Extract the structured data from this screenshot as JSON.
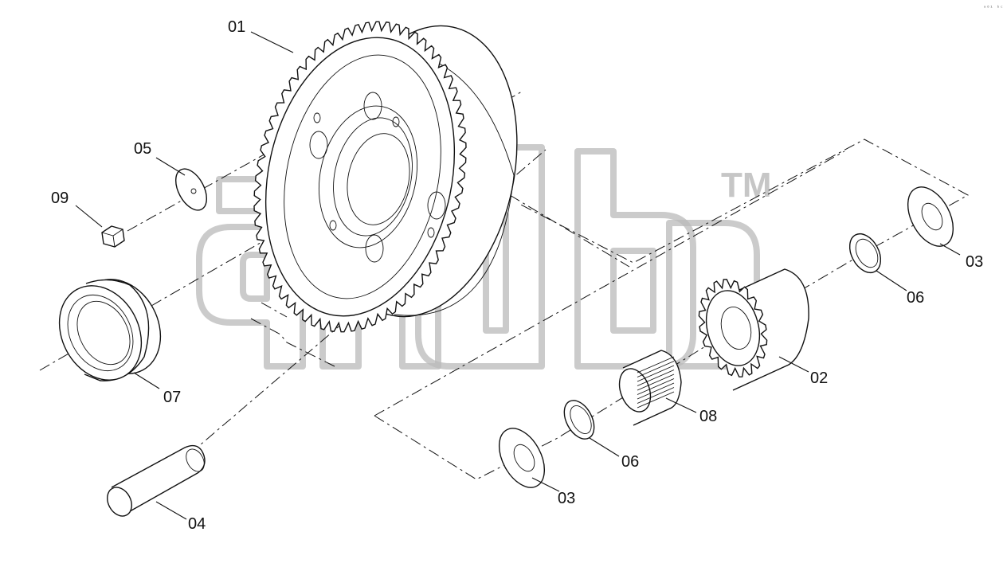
{
  "diagram": {
    "type": "exploded-parts-view",
    "watermark": {
      "mark": "TM"
    },
    "corner_mark": "ᵃ⁰¹ ᵇᶜᵈ",
    "parts": [
      {
        "id": "01"
      },
      {
        "id": "02"
      },
      {
        "id": "03"
      },
      {
        "id": "03"
      },
      {
        "id": "04"
      },
      {
        "id": "05"
      },
      {
        "id": "06"
      },
      {
        "id": "06"
      },
      {
        "id": "07"
      },
      {
        "id": "08"
      },
      {
        "id": "09"
      }
    ]
  }
}
